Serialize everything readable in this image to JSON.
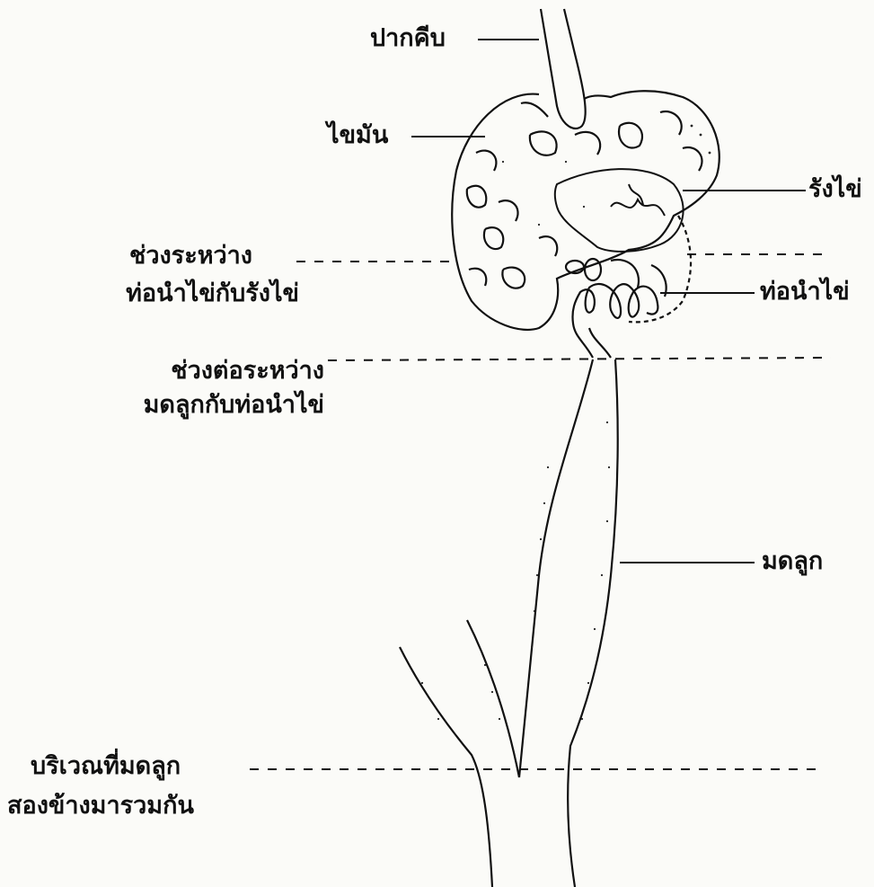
{
  "labels": {
    "beak": "ปากคีบ",
    "fat": "ไขมัน",
    "ovary": "รังไข่",
    "oviduct": "ท่อนำไข่",
    "uterus": "มดลูก",
    "oviduct_ovary_space": [
      "ช่วงระหว่าง",
      "ท่อนำไข่กับรังไข่"
    ],
    "uterus_oviduct_junction": [
      "ช่วงต่อระหว่าง",
      "มดลูกกับท่อนำไข่"
    ],
    "horns_merge_region": [
      "บริเวณที่มดลูก",
      "สองข้างมารวมกัน"
    ]
  }
}
